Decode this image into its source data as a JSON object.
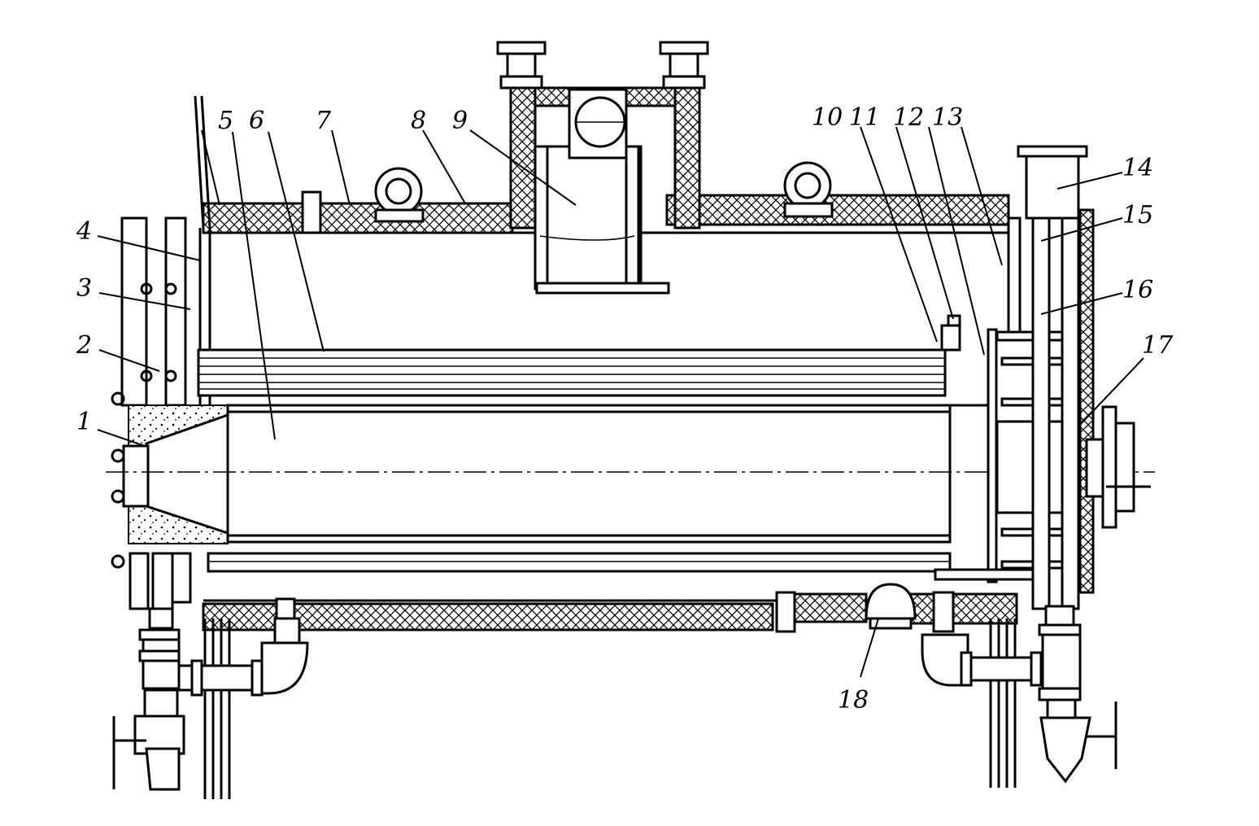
{
  "labels": [
    {
      "key": "part-1",
      "text": "1"
    },
    {
      "key": "part-2",
      "text": "2"
    },
    {
      "key": "part-3",
      "text": "3"
    },
    {
      "key": "part-4",
      "text": "4"
    },
    {
      "key": "part-5",
      "text": "5"
    },
    {
      "key": "part-6",
      "text": "6"
    },
    {
      "key": "part-7",
      "text": "7"
    },
    {
      "key": "part-8",
      "text": "8"
    },
    {
      "key": "part-9",
      "text": "9"
    },
    {
      "key": "part-10",
      "text": "10"
    },
    {
      "key": "part-11",
      "text": "11"
    },
    {
      "key": "part-12",
      "text": "12"
    },
    {
      "key": "part-13",
      "text": "13"
    },
    {
      "key": "part-14",
      "text": "14"
    },
    {
      "key": "part-15",
      "text": "15"
    },
    {
      "key": "part-16",
      "text": "16"
    },
    {
      "key": "part-17",
      "text": "17"
    },
    {
      "key": "part-18",
      "text": "18"
    }
  ],
  "colors": {
    "line": "#000000",
    "background": "#ffffff"
  }
}
